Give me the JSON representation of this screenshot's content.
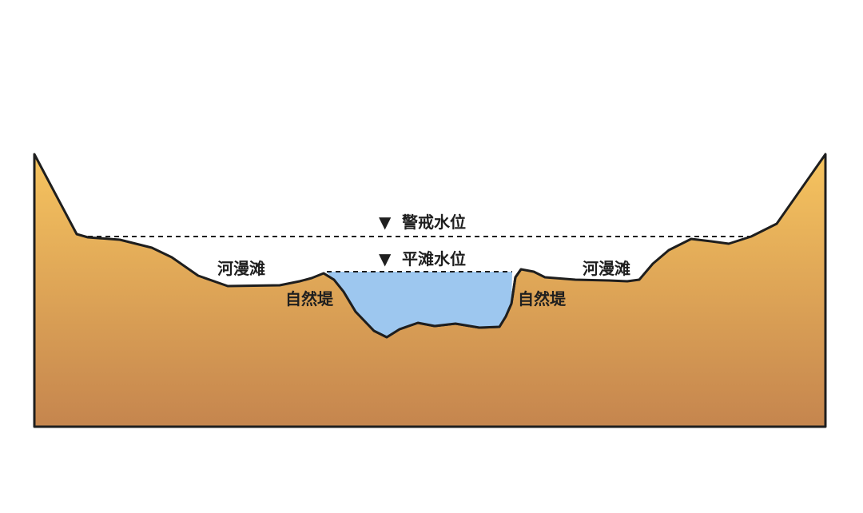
{
  "colors": {
    "terrain_top": "#F6C45F",
    "terrain_bottom": "#C5854E",
    "water": "#9DC7EF",
    "outline": "#1E1E1E"
  },
  "water_levels": {
    "warning": {
      "symbol": "▼",
      "label": "警戒水位"
    },
    "bankfull": {
      "symbol": "▼",
      "label": "平滩水位"
    }
  },
  "floodplains": {
    "left": "河漫滩",
    "right": "河漫滩"
  },
  "levees": {
    "left": "自然堤",
    "right": "自然堤"
  }
}
